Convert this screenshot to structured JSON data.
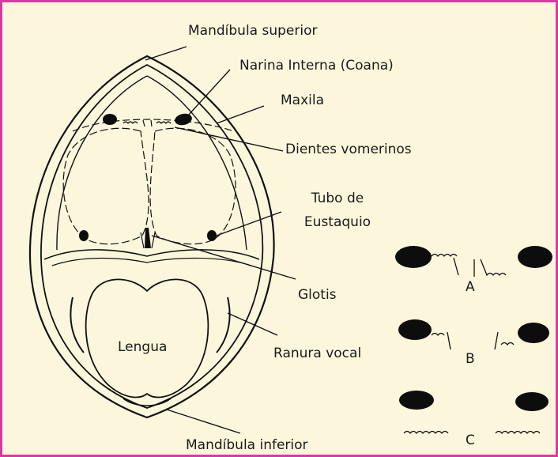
{
  "labels": {
    "mandibula_superior": "Mandíbula superior",
    "narina_interna": "Narina Interna (Coana)",
    "maxila": "Maxila",
    "dientes_vomerinos": "Dientes vomerinos",
    "tubo_eustaquio_1": "Tubo de",
    "tubo_eustaquio_2": "Eustaquio",
    "glotis": "Glotis",
    "ranura_vocal": "Ranura vocal",
    "lengua": "Lengua",
    "mandibula_inferior": "Mandíbula inferior"
  },
  "variants": {
    "a": "A",
    "b": "B",
    "c": "C"
  },
  "colors": {
    "border": "#d63aa6",
    "background": "#fcf7dc",
    "ink": "#111111"
  }
}
